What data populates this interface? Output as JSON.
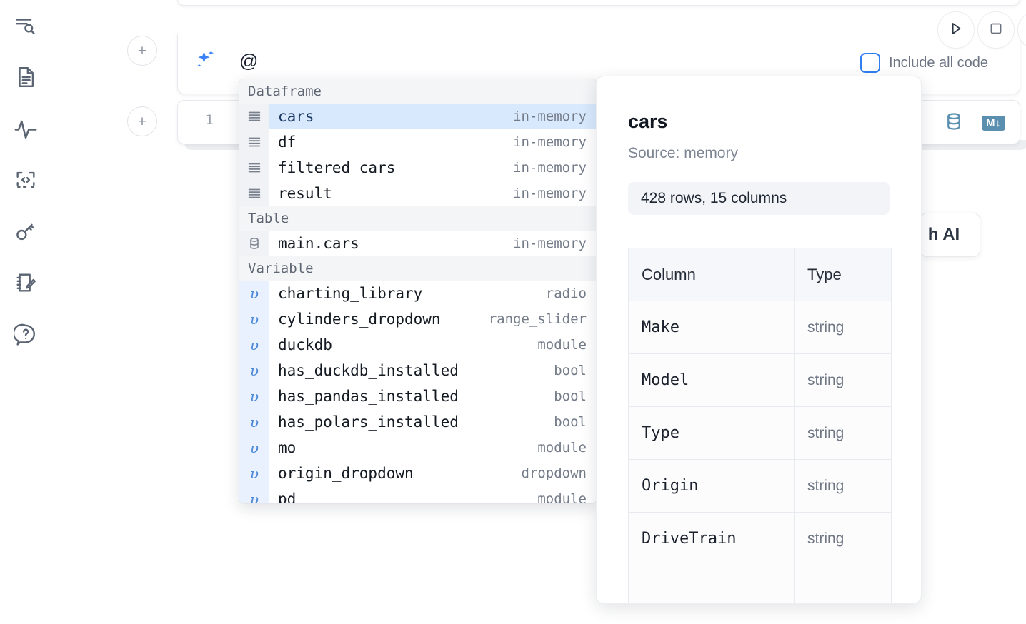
{
  "sidebar": {
    "items": [
      {
        "name": "explore-search-icon",
        "label": "Explore"
      },
      {
        "name": "document-icon",
        "label": "Notebook"
      },
      {
        "name": "activity-icon",
        "label": "Activity"
      },
      {
        "name": "code-snippet-icon",
        "label": "Snippets"
      },
      {
        "name": "key-icon",
        "label": "Secrets"
      },
      {
        "name": "scratchpad-icon",
        "label": "Scratchpad"
      },
      {
        "name": "help-chat-icon",
        "label": "Help"
      }
    ]
  },
  "toolbar": {
    "add_cell_label": "+",
    "run_label": "Run",
    "stop_label": "Stop"
  },
  "ai_cell": {
    "icon": "sparkle-icon",
    "prompt_value": "@",
    "include_all_code_label": "Include all code",
    "include_all_code_checked": false,
    "accent_color": "#2f7ff0"
  },
  "code_cell": {
    "line_number": "1",
    "database_icon": "database-icon",
    "markdown_badge": "M",
    "ai_button_label": "h AI"
  },
  "autocomplete": {
    "groups": [
      {
        "section": "Dataframe",
        "items": [
          {
            "icon": "dataframe-icon",
            "name": "cars",
            "kind": "in-memory",
            "selected": true
          },
          {
            "icon": "dataframe-icon",
            "name": "df",
            "kind": "in-memory",
            "selected": false
          },
          {
            "icon": "dataframe-icon",
            "name": "filtered_cars",
            "kind": "in-memory",
            "selected": false
          },
          {
            "icon": "dataframe-icon",
            "name": "result",
            "kind": "in-memory",
            "selected": false
          }
        ]
      },
      {
        "section": "Table",
        "items": [
          {
            "icon": "database-icon",
            "name": "main.cars",
            "kind": "in-memory",
            "selected": false
          }
        ]
      },
      {
        "section": "Variable",
        "items": [
          {
            "icon": "variable-icon",
            "name": "charting_library",
            "kind": "radio",
            "selected": false
          },
          {
            "icon": "variable-icon",
            "name": "cylinders_dropdown",
            "kind": "range_slider",
            "selected": false
          },
          {
            "icon": "variable-icon",
            "name": "duckdb",
            "kind": "module",
            "selected": false
          },
          {
            "icon": "variable-icon",
            "name": "has_duckdb_installed",
            "kind": "bool",
            "selected": false
          },
          {
            "icon": "variable-icon",
            "name": "has_pandas_installed",
            "kind": "bool",
            "selected": false
          },
          {
            "icon": "variable-icon",
            "name": "has_polars_installed",
            "kind": "bool",
            "selected": false
          },
          {
            "icon": "variable-icon",
            "name": "mo",
            "kind": "module",
            "selected": false
          },
          {
            "icon": "variable-icon",
            "name": "origin_dropdown",
            "kind": "dropdown",
            "selected": false
          },
          {
            "icon": "variable-icon",
            "name": "pd",
            "kind": "module",
            "selected": false
          }
        ]
      }
    ],
    "selected_highlight_color": "#d9e9fd"
  },
  "info_panel": {
    "title": "cars",
    "source": "Source: memory",
    "shape": "428 rows, 15 columns",
    "columns_header": "Column",
    "type_header": "Type",
    "rows": [
      {
        "column": "Make",
        "type": "string"
      },
      {
        "column": "Model",
        "type": "string"
      },
      {
        "column": "Type",
        "type": "string"
      },
      {
        "column": "Origin",
        "type": "string"
      },
      {
        "column": "DriveTrain",
        "type": "string"
      }
    ]
  }
}
